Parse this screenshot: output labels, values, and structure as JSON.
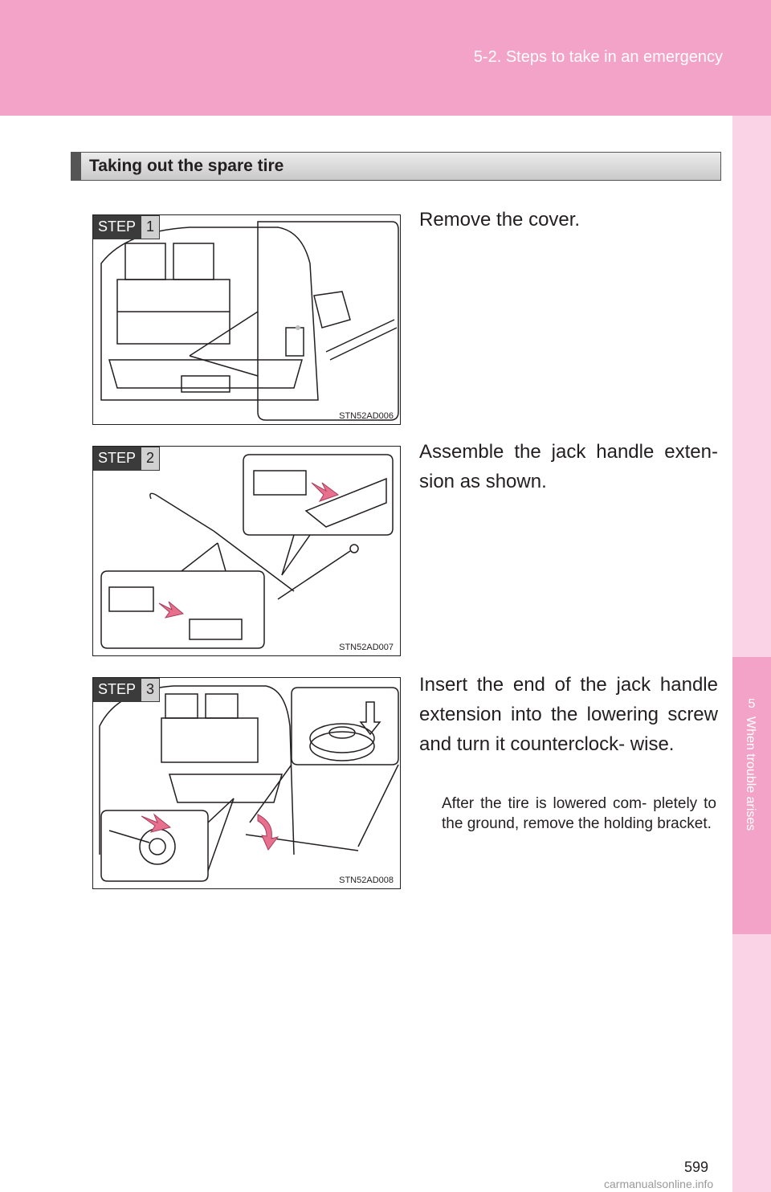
{
  "header": {
    "title": "5-2. Steps to take in an emergency"
  },
  "sidebar": {
    "chapter_number": "5",
    "chapter_label": "When trouble arises"
  },
  "section": {
    "title": "Taking out the spare tire"
  },
  "steps": [
    {
      "step_word": "STEP",
      "step_number": "1",
      "figure_code": "STN52AD006",
      "text": "Remove the cover."
    },
    {
      "step_word": "STEP",
      "step_number": "2",
      "figure_code": "STN52AD007",
      "text": "Assemble the jack handle exten- sion as shown."
    },
    {
      "step_word": "STEP",
      "step_number": "3",
      "figure_code": "STN52AD008",
      "text": "Insert the end of the jack handle extension into the lowering screw and turn it counterclock- wise.",
      "note": "After the tire is lowered com- pletely to the ground, remove the holding bracket."
    }
  ],
  "footer": {
    "page_number": "599",
    "watermark": "carmanualsonline.info"
  },
  "colors": {
    "header_pink": "#f4a3c8",
    "sidebar_light_pink": "#fbd3e6",
    "arrow_pink": "#e8708f"
  }
}
